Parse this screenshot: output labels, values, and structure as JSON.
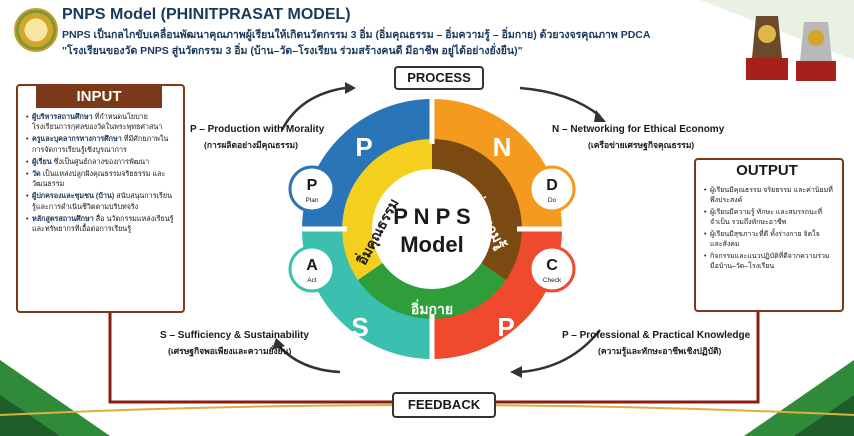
{
  "header": {
    "title": "PNPS  Model (PHINITPRASAT MODEL)",
    "subtitle": "PNPS เป็นกลไกขับเคลื่อนพัฒนาคุณภาพผู้เรียนให้เกิดนวัตกรรม 3 อิ่ม (อิ่มคุณธรรม – อิ่มความรู้ – อิ่มกาย) ด้วยวงจรคุณภาพ PDCA",
    "quote": "\"โรงเรียนของวัด PNPS สู่นวัตกรรม 3 อิ่ม (บ้าน–วัด–โรงเรียน ร่วมสร้างคนดี มีอาชีพ อยู่ได้อย่างยั่งยืน)\""
  },
  "process_label": "PROCESS",
  "feedback_label": "FEEDBACK",
  "input": {
    "title": "INPUT",
    "items": [
      {
        "bold": "ผู้บริหารสถานศึกษา",
        "text": " ที่กำหนดนโยบายโรงเรียนการกุศลของวัดในพระพุทธศาสนา"
      },
      {
        "bold": "ครูและบุคลากรทางการศึกษา",
        "text": " ที่มีศักยภาพในการจัดการเรียนรู้เชิงบูรณาการ"
      },
      {
        "bold": "ผู้เรียน",
        "text": " ซึ่งเป็นศูนย์กลางของการพัฒนา"
      },
      {
        "bold": "วัด",
        "text": " เป็นแหล่งปลูกฝังคุณธรรมจริยธรรม และวัฒนธรรม"
      },
      {
        "bold": "ผู้ปกครองและชุมชน (บ้าน)",
        "text": " สนับสนุนการเรียนรู้และการดำเนินชีวิตตามบริบทจริง"
      },
      {
        "bold": "หลักสูตรสถานศึกษา",
        "text": " สื่อ นวัตกรรมแหล่งเรียนรู้ และทรัพยากรที่เอื้อต่อการเรียนรู้"
      }
    ]
  },
  "output": {
    "title": "OUTPUT",
    "items": [
      "ผู้เรียนมีคุณธรรม จริยธรรม และค่านิยมที่พึงประสงค์",
      "ผู้เรียนมีความรู้ ทักษะ และสมรรถนะที่จำเป็น รวมถึงทักษะอาชีพ",
      "ผู้เรียนมีสุขภาวะที่ดี ทั้งร่างกาย จิตใจ และสังคม",
      "กิจกรรมและแนวปฏิบัติที่ดีจากความร่วมมือบ้าน–วัด–โรงเรียน"
    ]
  },
  "center": {
    "line1": "P N P S",
    "line2": "Model"
  },
  "arcs": {
    "morality": "อิ่มคุณธรรม",
    "knowledge": "อิ่มความรู้",
    "body": "อิ่มกาย"
  },
  "quadrants": [
    {
      "letter": "P",
      "cycle_letter": "P",
      "cycle_word": "Plan",
      "title": "P – Production with Morality",
      "thai": "(การผลิตอย่างมีคุณธรรม)"
    },
    {
      "letter": "N",
      "cycle_letter": "D",
      "cycle_word": "Do",
      "title": "N – Networking for Ethical Economy",
      "thai": "(เครือข่ายเศรษฐกิจคุณธรรม)"
    },
    {
      "letter": "P",
      "cycle_letter": "C",
      "cycle_word": "Check",
      "title": "P – Professional & Practical Knowledge",
      "thai": "(ความรู้และทักษะอาชีพเชิงปฏิบัติ)"
    },
    {
      "letter": "S",
      "cycle_letter": "A",
      "cycle_word": "Act",
      "title": "S – Sufficiency & Sustainability",
      "thai": "(เศรษฐกิจพอเพียงและความยั่งยืน)"
    }
  ],
  "colors": {
    "blue": "#2a74b8",
    "orange": "#f39a1f",
    "red": "#ef4a2e",
    "teal": "#3bbfae",
    "yellow": "#f5cf1e",
    "brown": "#7a4a12",
    "green": "#2f9e3a",
    "dark_red": "#8a1e12"
  }
}
